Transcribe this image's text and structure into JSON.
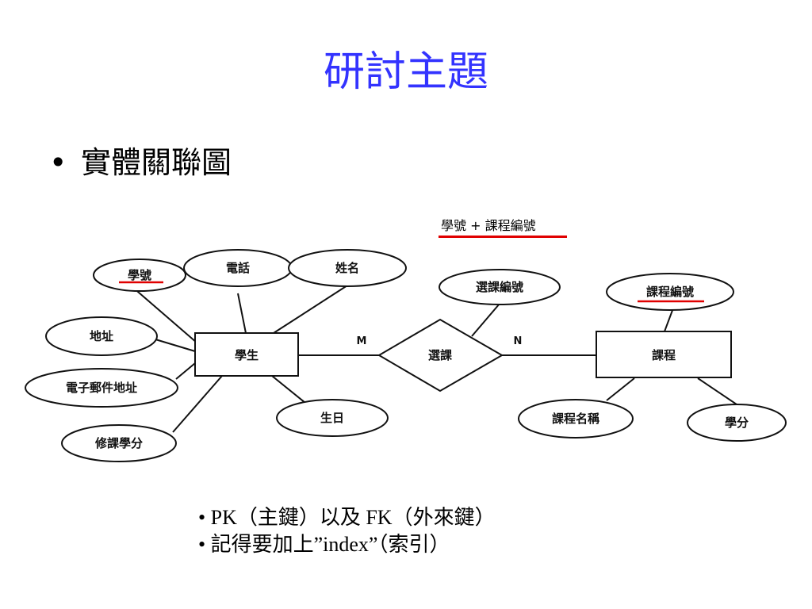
{
  "title": "研討主題",
  "bullet": "實體關聯圖",
  "key_note": "學號 + 課程編號",
  "colors": {
    "title": "#3333ff",
    "underline": "#e00000"
  },
  "erd": {
    "entities": {
      "student": "學生",
      "course": "課程"
    },
    "relationship": "選課",
    "cardinality": {
      "m": "M",
      "n": "N"
    },
    "student_attributes": {
      "student_id": "學號",
      "phone": "電話",
      "name": "姓名",
      "address": "地址",
      "email": "電子郵件地址",
      "credits_taken": "修課學分",
      "birthday": "生日"
    },
    "relationship_attribute": "選課編號",
    "course_attributes": {
      "course_id": "課程編號",
      "course_name": "課程名稱",
      "credits": "學分"
    }
  },
  "notes": [
    "• PK（主鍵）以及 FK（外來鍵）",
    "• 記得要加上”index”（索引）"
  ]
}
